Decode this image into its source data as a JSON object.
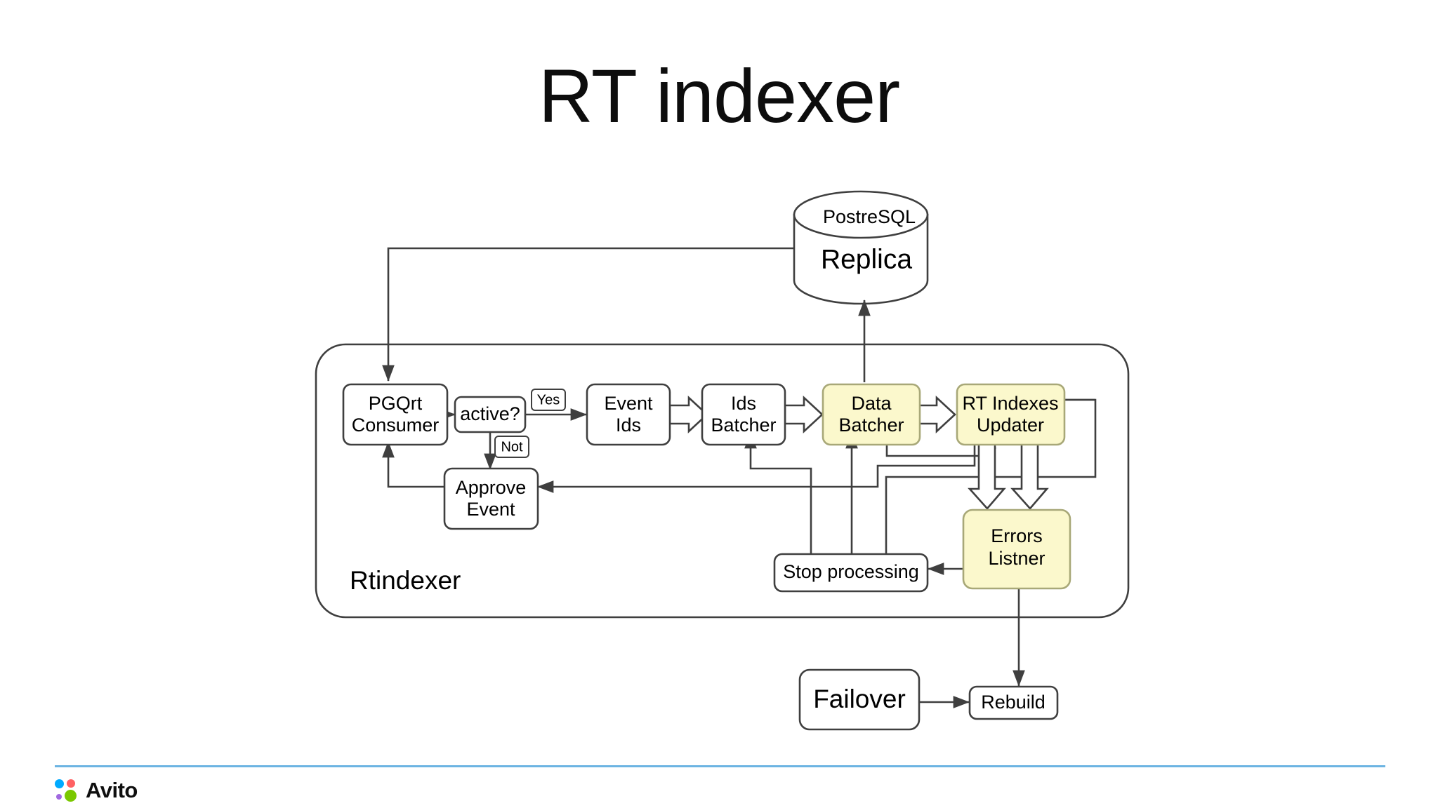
{
  "slide": {
    "title": "RT indexer",
    "background_color": "#ffffff"
  },
  "colors": {
    "stroke": "#3f3f3f",
    "node_fill": "#ffffff",
    "highlight_fill": "#fbf8cc",
    "highlight_stroke": "#a8a878",
    "footer_rule": "#6cb4e2",
    "text": "#000000"
  },
  "diagram": {
    "type": "flowchart",
    "database": {
      "top_label": "PostreSQL",
      "body_label": "Replica",
      "shape": "cylinder"
    },
    "container": {
      "label": "Rtindexer",
      "shape": "rounded-rectangle"
    },
    "nodes": [
      {
        "id": "pgqrt",
        "label": "PGQrt\nConsumer",
        "line1": "PGQrt",
        "line2": "Consumer",
        "fill": "#ffffff"
      },
      {
        "id": "active",
        "label": "active?",
        "line1": "active?",
        "line2": "",
        "fill": "#ffffff"
      },
      {
        "id": "eventids",
        "label": "Event\nIds",
        "line1": "Event",
        "line2": "Ids",
        "fill": "#ffffff"
      },
      {
        "id": "idsbatch",
        "label": "Ids\nBatcher",
        "line1": "Ids",
        "line2": "Batcher",
        "fill": "#ffffff"
      },
      {
        "id": "databatch",
        "label": "Data\nBatcher",
        "line1": "Data",
        "line2": "Batcher",
        "fill": "#fbf8cc"
      },
      {
        "id": "rtupd",
        "label": "RT Indexes\nUpdater",
        "line1": "RT Indexes",
        "line2": "Updater",
        "fill": "#fbf8cc"
      },
      {
        "id": "approve",
        "label": "Approve\nEvent",
        "line1": "Approve",
        "line2": "Event",
        "fill": "#ffffff"
      },
      {
        "id": "stopproc",
        "label": "Stop processing",
        "line1": "Stop processing",
        "line2": "",
        "fill": "#ffffff"
      },
      {
        "id": "errors",
        "label": "Errors\nListner",
        "line1": "Errors",
        "line2": "Listner",
        "fill": "#fbf8cc"
      },
      {
        "id": "failover",
        "label": "Failover",
        "line1": "Failover",
        "line2": "",
        "fill": "#ffffff"
      },
      {
        "id": "rebuild",
        "label": "Rebuild",
        "line1": "Rebuild",
        "line2": "",
        "fill": "#ffffff"
      }
    ],
    "edge_labels": [
      {
        "id": "yes",
        "label": "Yes"
      },
      {
        "id": "not",
        "label": "Not"
      }
    ],
    "edges": [
      {
        "from": "replica",
        "to": "pgqrt",
        "style": "thin-arrow"
      },
      {
        "from": "pgqrt",
        "to": "active",
        "style": "thin-arrow"
      },
      {
        "from": "active",
        "to": "eventids",
        "style": "thin-arrow",
        "label": "Yes"
      },
      {
        "from": "active",
        "to": "approve",
        "style": "thin-arrow",
        "label": "Not"
      },
      {
        "from": "approve",
        "to": "pgqrt",
        "style": "thin-arrow"
      },
      {
        "from": "eventids",
        "to": "idsbatch",
        "style": "block-arrow"
      },
      {
        "from": "idsbatch",
        "to": "databatch",
        "style": "block-arrow"
      },
      {
        "from": "databatch",
        "to": "rtupd",
        "style": "block-arrow"
      },
      {
        "from": "databatch",
        "to": "replica",
        "style": "thin-arrow"
      },
      {
        "from": "databatch",
        "to": "errors",
        "style": "block-arrow"
      },
      {
        "from": "rtupd",
        "to": "errors",
        "style": "block-arrow"
      },
      {
        "from": "rtupd",
        "to": "approve",
        "style": "thin-arrow"
      },
      {
        "from": "errors",
        "to": "stopproc",
        "style": "thin-arrow"
      },
      {
        "from": "errors",
        "to": "rebuild",
        "style": "thin-arrow"
      },
      {
        "from": "stopproc",
        "to": "idsbatch",
        "style": "thin-arrow"
      },
      {
        "from": "stopproc",
        "to": "databatch",
        "style": "thin-arrow"
      },
      {
        "from": "stopproc",
        "to": "rtupd",
        "style": "thin-arrow"
      },
      {
        "from": "failover",
        "to": "rebuild",
        "style": "thin-arrow"
      }
    ]
  },
  "footer": {
    "brand": "Avito",
    "logo_dots": [
      {
        "name": "dot-blue",
        "color": "#0af"
      },
      {
        "name": "dot-red",
        "color": "#ff6163"
      },
      {
        "name": "dot-purple",
        "color": "#a169e0"
      },
      {
        "name": "dot-green",
        "color": "#7ac800"
      }
    ]
  }
}
